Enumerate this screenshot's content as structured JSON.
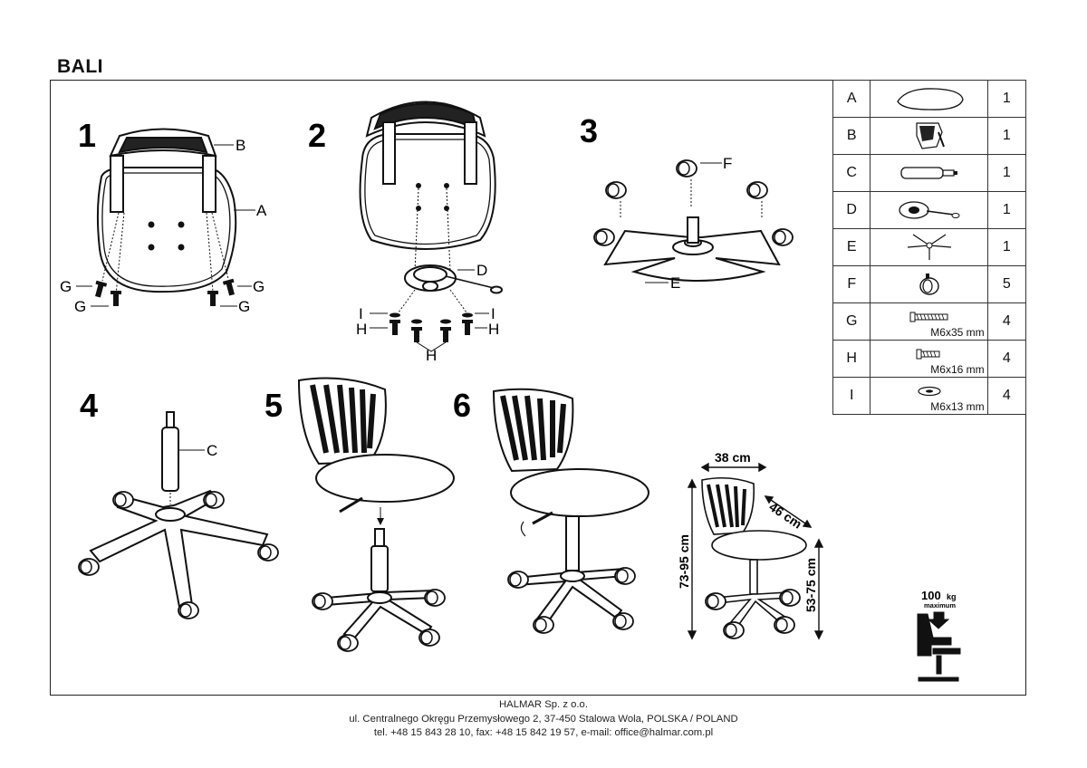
{
  "title": "BALI",
  "steps": [
    "1",
    "2",
    "3",
    "4",
    "5",
    "6"
  ],
  "callouts": {
    "A": "A",
    "B": "B",
    "C": "C",
    "D": "D",
    "E": "E",
    "F": "F",
    "G": "G",
    "H": "H",
    "I": "I"
  },
  "dimensions": {
    "width": "38 cm",
    "depth": "46 cm",
    "height": "73-95 cm",
    "seat_height": "53-75 cm"
  },
  "load": {
    "value": "100",
    "unit": "kg",
    "label": "maximum"
  },
  "parts": [
    {
      "letter": "A",
      "icon": "seat-icon",
      "size": "",
      "qty": "1"
    },
    {
      "letter": "B",
      "icon": "backrest-icon",
      "size": "",
      "qty": "1"
    },
    {
      "letter": "C",
      "icon": "gas-lift-icon",
      "size": "",
      "qty": "1"
    },
    {
      "letter": "D",
      "icon": "mechanism-icon",
      "size": "",
      "qty": "1"
    },
    {
      "letter": "E",
      "icon": "star-base-icon",
      "size": "",
      "qty": "1"
    },
    {
      "letter": "F",
      "icon": "caster-icon",
      "size": "",
      "qty": "5"
    },
    {
      "letter": "G",
      "icon": "bolt-long-icon",
      "size": "M6x35 mm",
      "qty": "4"
    },
    {
      "letter": "H",
      "icon": "bolt-short-icon",
      "size": "M6x16 mm",
      "qty": "4"
    },
    {
      "letter": "I",
      "icon": "washer-icon",
      "size": "M6x13 mm",
      "qty": "4"
    }
  ],
  "footer": {
    "company": "HALMAR Sp. z o.o.",
    "address": "ul. Centralnego Okręgu Przemysłowego 2, 37-450 Stalowa Wola, POLSKA / POLAND",
    "contact": "tel. +48 15 843 28 10, fax: +48 15 842 19 57, e-mail: office@halmar.com.pl"
  }
}
